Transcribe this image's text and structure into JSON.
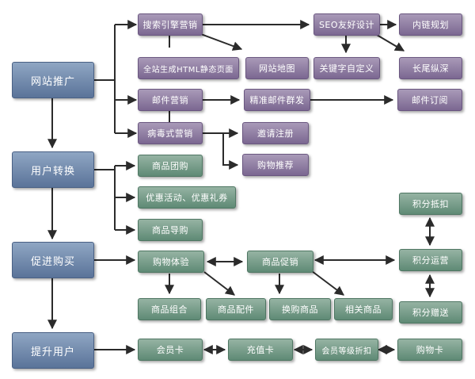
{
  "colors": {
    "stage": "#6e87ab",
    "violet": "#8e7ba3",
    "green": "#709b86",
    "arrow": "#2b2b2b"
  },
  "stages": {
    "promotion": "网站推广",
    "conversion": "用户转换",
    "purchase": "促进购买",
    "upgrade": "提升用户"
  },
  "nodes": {
    "search_marketing": "搜索引擎营销",
    "seo_design": "SEO友好设计",
    "internal_links": "内链规划",
    "static_pages": "全站生成HTML静态页面",
    "sitemap": "网站地图",
    "keyword_custom": "关键字自定义",
    "long_tail": "长尾纵深",
    "email_marketing": "邮件营销",
    "precise_email": "精准邮件群发",
    "email_subscribe": "邮件订阅",
    "viral_marketing": "病毒式营销",
    "invite_register": "邀请注册",
    "shopping_recommend": "购物推荐",
    "group_buy": "商品团购",
    "promotions_coupons": "优惠活动、优惠礼券",
    "product_guide": "商品导购",
    "points_deduct": "积分抵扣",
    "shopping_experience": "购物体验",
    "product_promotion": "商品促销",
    "points_operation": "积分运营",
    "product_bundle": "商品组合",
    "product_accessories": "商品配件",
    "trade_in": "换购商品",
    "related_products": "相关商品",
    "points_gift": "积分赠送",
    "member_card": "会员卡",
    "recharge_card": "充值卡",
    "member_level_discount": "会员等级折扣",
    "shopping_card": "购物卡"
  }
}
